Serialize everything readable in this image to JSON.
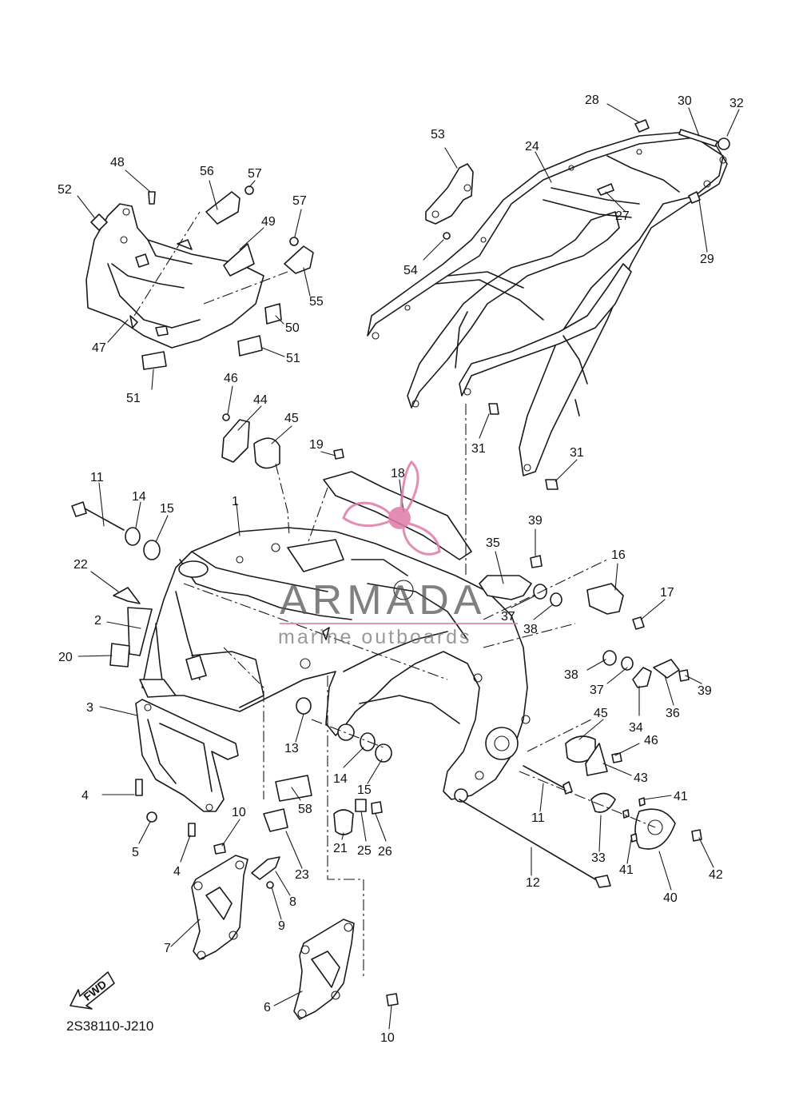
{
  "diagram_code": "2S38110-J210",
  "fwd_label": "FWD",
  "watermark": {
    "brand": "ARMADA",
    "tagline": "marine outboards",
    "accent_color": "#e07aa8",
    "icon": "propeller-logo-icon"
  },
  "callouts": [
    {
      "id": "c52",
      "label": "52"
    },
    {
      "id": "c48",
      "label": "48"
    },
    {
      "id": "c56",
      "label": "56"
    },
    {
      "id": "c57a",
      "label": "57"
    },
    {
      "id": "c57b",
      "label": "57"
    },
    {
      "id": "c49",
      "label": "49"
    },
    {
      "id": "c55",
      "label": "55"
    },
    {
      "id": "c50",
      "label": "50"
    },
    {
      "id": "c51a",
      "label": "51"
    },
    {
      "id": "c47",
      "label": "47"
    },
    {
      "id": "c51b",
      "label": "51"
    },
    {
      "id": "c53",
      "label": "53"
    },
    {
      "id": "c28",
      "label": "28"
    },
    {
      "id": "c30",
      "label": "30"
    },
    {
      "id": "c32",
      "label": "32"
    },
    {
      "id": "c24",
      "label": "24"
    },
    {
      "id": "c27",
      "label": "27"
    },
    {
      "id": "c29",
      "label": "29"
    },
    {
      "id": "c54",
      "label": "54"
    },
    {
      "id": "c31a",
      "label": "31"
    },
    {
      "id": "c31b",
      "label": "31"
    },
    {
      "id": "c46a",
      "label": "46"
    },
    {
      "id": "c44",
      "label": "44"
    },
    {
      "id": "c45a",
      "label": "45"
    },
    {
      "id": "c19",
      "label": "19"
    },
    {
      "id": "c18",
      "label": "18"
    },
    {
      "id": "c11a",
      "label": "11"
    },
    {
      "id": "c14a",
      "label": "14"
    },
    {
      "id": "c15a",
      "label": "15"
    },
    {
      "id": "c1",
      "label": "1"
    },
    {
      "id": "c22",
      "label": "22"
    },
    {
      "id": "c2",
      "label": "2"
    },
    {
      "id": "c20",
      "label": "20"
    },
    {
      "id": "c3",
      "label": "3"
    },
    {
      "id": "c4a",
      "label": "4"
    },
    {
      "id": "c5",
      "label": "5"
    },
    {
      "id": "c4b",
      "label": "4"
    },
    {
      "id": "c10a",
      "label": "10"
    },
    {
      "id": "c8",
      "label": "8"
    },
    {
      "id": "c9",
      "label": "9"
    },
    {
      "id": "c7",
      "label": "7"
    },
    {
      "id": "c23",
      "label": "23"
    },
    {
      "id": "c58",
      "label": "58"
    },
    {
      "id": "c13",
      "label": "13"
    },
    {
      "id": "c14b",
      "label": "14"
    },
    {
      "id": "c15b",
      "label": "15"
    },
    {
      "id": "c21",
      "label": "21"
    },
    {
      "id": "c25",
      "label": "25"
    },
    {
      "id": "c26",
      "label": "26"
    },
    {
      "id": "c6",
      "label": "6"
    },
    {
      "id": "c10b",
      "label": "10"
    },
    {
      "id": "c39a",
      "label": "39"
    },
    {
      "id": "c35",
      "label": "35"
    },
    {
      "id": "c16",
      "label": "16"
    },
    {
      "id": "c17",
      "label": "17"
    },
    {
      "id": "c37a",
      "label": "37"
    },
    {
      "id": "c38a",
      "label": "38"
    },
    {
      "id": "c38b",
      "label": "38"
    },
    {
      "id": "c37b",
      "label": "37"
    },
    {
      "id": "c39b",
      "label": "39"
    },
    {
      "id": "c36",
      "label": "36"
    },
    {
      "id": "c34",
      "label": "34"
    },
    {
      "id": "c45b",
      "label": "45"
    },
    {
      "id": "c46b",
      "label": "46"
    },
    {
      "id": "c43",
      "label": "43"
    },
    {
      "id": "c11b",
      "label": "11"
    },
    {
      "id": "c41a",
      "label": "41"
    },
    {
      "id": "c33",
      "label": "33"
    },
    {
      "id": "c41b",
      "label": "41"
    },
    {
      "id": "c12",
      "label": "12"
    },
    {
      "id": "c42",
      "label": "42"
    },
    {
      "id": "c40",
      "label": "40"
    }
  ]
}
